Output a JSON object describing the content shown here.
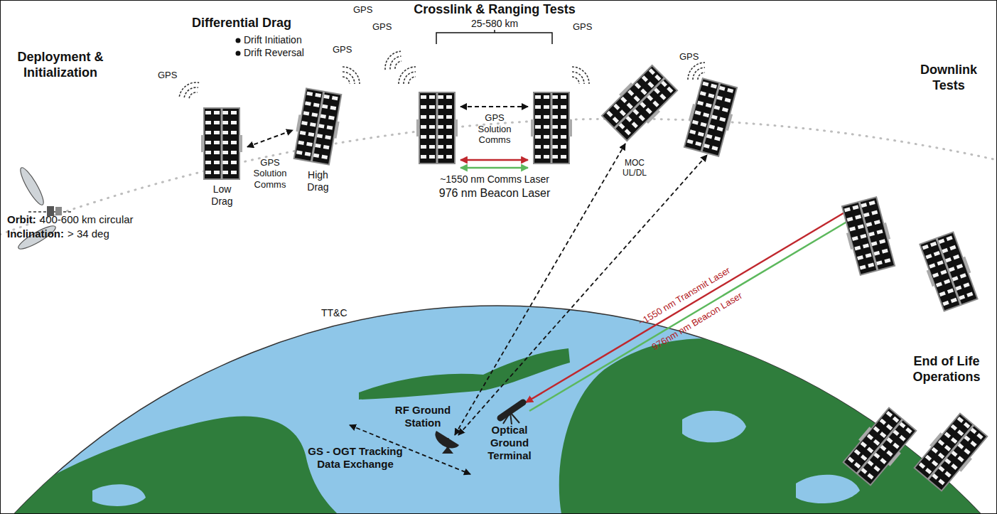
{
  "diagram": {
    "nodes": [
      {
        "text": [
          "Low Drag"
        ]
      },
      {
        "text": [
          "High Drag"
        ]
      },
      {
        "text": [
          "RF Ground Station"
        ]
      },
      {
        "text": [
          "Optical Ground Terminal"
        ]
      }
    ],
    "edges": [
      {
        "from": 0,
        "to": 1,
        "arrow": "both",
        "label": "GPS Solution Comms"
      }
    ],
    "labels": [
      "Deployment & Initialization",
      "Orbit:",
      "400-600 km circular",
      "Inclination:",
      "> 34 deg",
      "Differential Drag",
      "Drift Initiation",
      "Drift Reversal",
      "GPS",
      "GPS",
      "GPS",
      "GPS",
      "GPS",
      "GPS",
      "Crosslink & Ranging Tests",
      "25-580 km",
      "GPS Solution Comms",
      "~1550 nm Comms Laser",
      "976 nm Beacon Laser",
      "TT&C",
      "MOC UL/DL",
      "Downlink Tests",
      "~1550 nm Transmit Laser",
      "976nm nm Beacon Laser",
      "End of Life Operations",
      "GS - OGT Tracking Data Exchange"
    ]
  }
}
